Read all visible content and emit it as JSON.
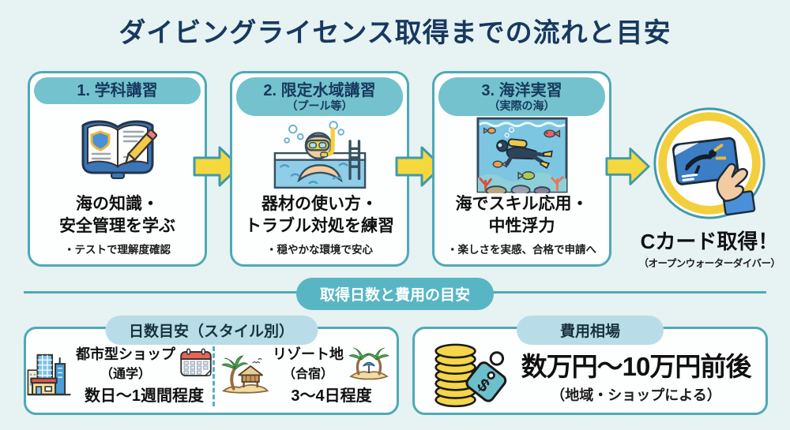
{
  "title": "ダイビングライセンス取得までの流れと目安",
  "steps": [
    {
      "header": "1. 学科講習",
      "subheader": "",
      "icon": "open-textbook-icon",
      "main1": "海の知識・",
      "main2": "安全管理を学ぶ",
      "note": "・テストで理解度確認"
    },
    {
      "header": "2. 限定水域講習",
      "subheader": "（プール等）",
      "icon": "pool-swimmer-icon",
      "main1": "器材の使い方・",
      "main2": "トラブル対処を練習",
      "note": "・穏やかな環境で安心"
    },
    {
      "header": "3. 海洋実習",
      "subheader": "（実際の海）",
      "icon": "ocean-diver-icon",
      "main1": "海でスキル応用・",
      "main2": "中性浮力",
      "note": "・楽しさを実感、合格で申請へ"
    }
  ],
  "result": {
    "title": "Cカード取得！",
    "subtitle": "（オープンウォーターダイバー）",
    "icon": "c-card-in-hand-icon"
  },
  "section_divider": {
    "label": "取得日数と費用の目安"
  },
  "days_panel": {
    "header": "日数目安（スタイル別）",
    "options": [
      {
        "name": "都市型ショップ",
        "style": "（通学）",
        "duration": "数日〜1週間程度",
        "icons": [
          "city-buildings-icon",
          "calendar-icon"
        ]
      },
      {
        "name": "リゾート地",
        "style": "（合宿）",
        "duration": "3〜4日程度",
        "icons": [
          "beach-hut-palm-icon",
          "island-umbrella-icon"
        ]
      }
    ]
  },
  "cost_panel": {
    "header": "費用相場",
    "amount": "数万円〜10万円前後",
    "note": "（地域・ショップによる）",
    "icon": "coins-price-tag-icon"
  },
  "colors": {
    "background": "#e7f2f3",
    "title": "#17395e",
    "teal_border": "#4fa9b6",
    "step_pill": "#74c2cd",
    "divider_pill": "#58b6c4",
    "panel_pill": "#b9dde8",
    "arrow_fill": "#f5d83e",
    "arrow_border": "#3e9aaa",
    "card_blue": "#3b7ec6",
    "coin_yellow": "#f5d54a",
    "tag_teal": "#6cc0cc"
  }
}
